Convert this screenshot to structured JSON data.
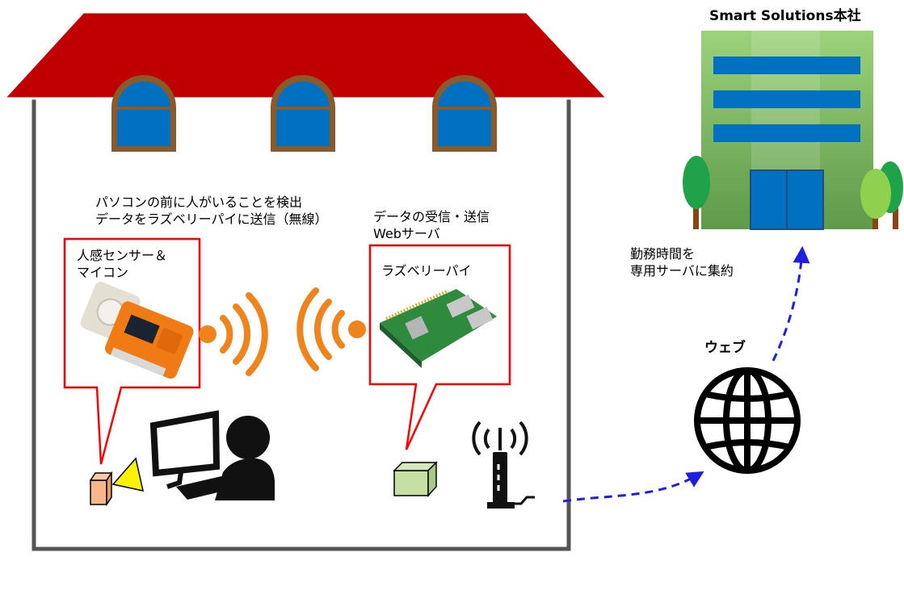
{
  "sensor_caption": [
    "パソコンの前に人がいることを検出",
    "データをラズベリーパイに送信（無線）"
  ],
  "sensor_box": [
    "人感センサー＆",
    "マイコン"
  ],
  "pi_caption": [
    "データの受信・送信",
    "Webサーバ"
  ],
  "pi_box": "ラズベリーパイ",
  "hq_title": "Smart Solutions本社",
  "hq_caption": [
    "勤務時間を",
    "専用サーバに集約"
  ],
  "web_label": "ウェブ",
  "colors": {
    "roof": "#C00000",
    "callout_border": "#FF0000",
    "signal": "#F0841C",
    "arrow": "#1F1FE0",
    "window": "#0070C0",
    "window_frame": "#8B5A2B",
    "building": "#8FC76A",
    "building_band": "#0070C0"
  },
  "icons": [
    "house",
    "motion-sensor-device",
    "raspberry-pi-board",
    "computer-user",
    "wifi-router",
    "globe-icon",
    "office-building",
    "tree"
  ]
}
